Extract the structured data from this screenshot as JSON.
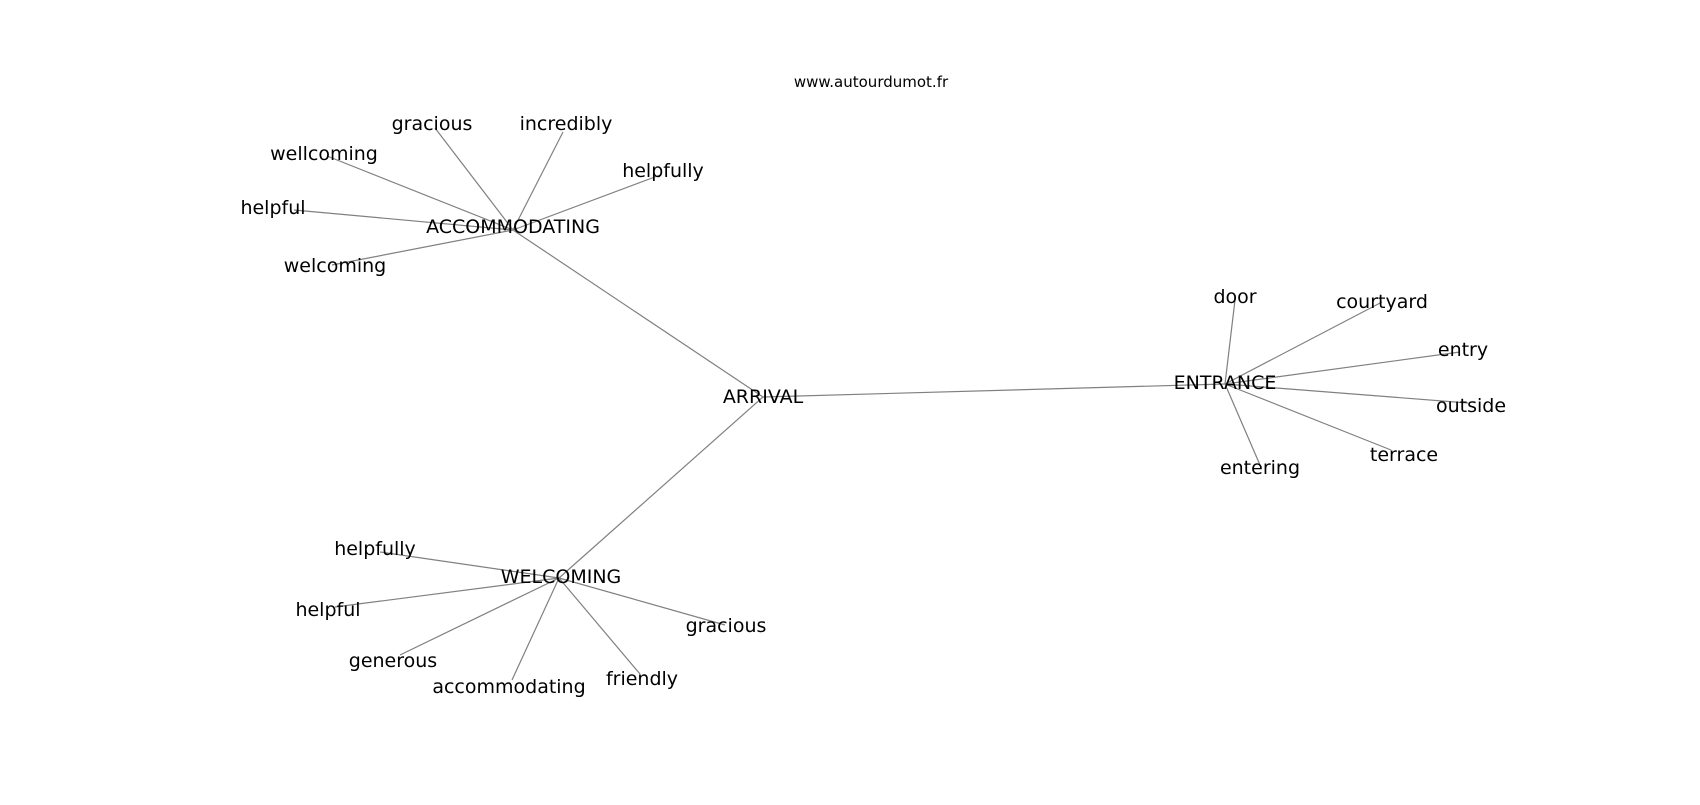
{
  "source": "www.autourdumot.fr",
  "colors": {
    "edge": "#808080",
    "text": "#000000",
    "background": "#ffffff"
  },
  "graph": {
    "root": "ARRIVAL",
    "clusters": [
      {
        "label": "ACCOMMODATING",
        "words": [
          "gracious",
          "incredibly",
          "wellcoming",
          "helpfully",
          "helpful",
          "welcoming"
        ]
      },
      {
        "label": "ENTRANCE",
        "words": [
          "door",
          "courtyard",
          "entry",
          "outside",
          "terrace",
          "entering"
        ]
      },
      {
        "label": "WELCOMING",
        "words": [
          "helpfully",
          "helpful",
          "gracious",
          "generous",
          "friendly",
          "accommodating"
        ]
      }
    ]
  }
}
